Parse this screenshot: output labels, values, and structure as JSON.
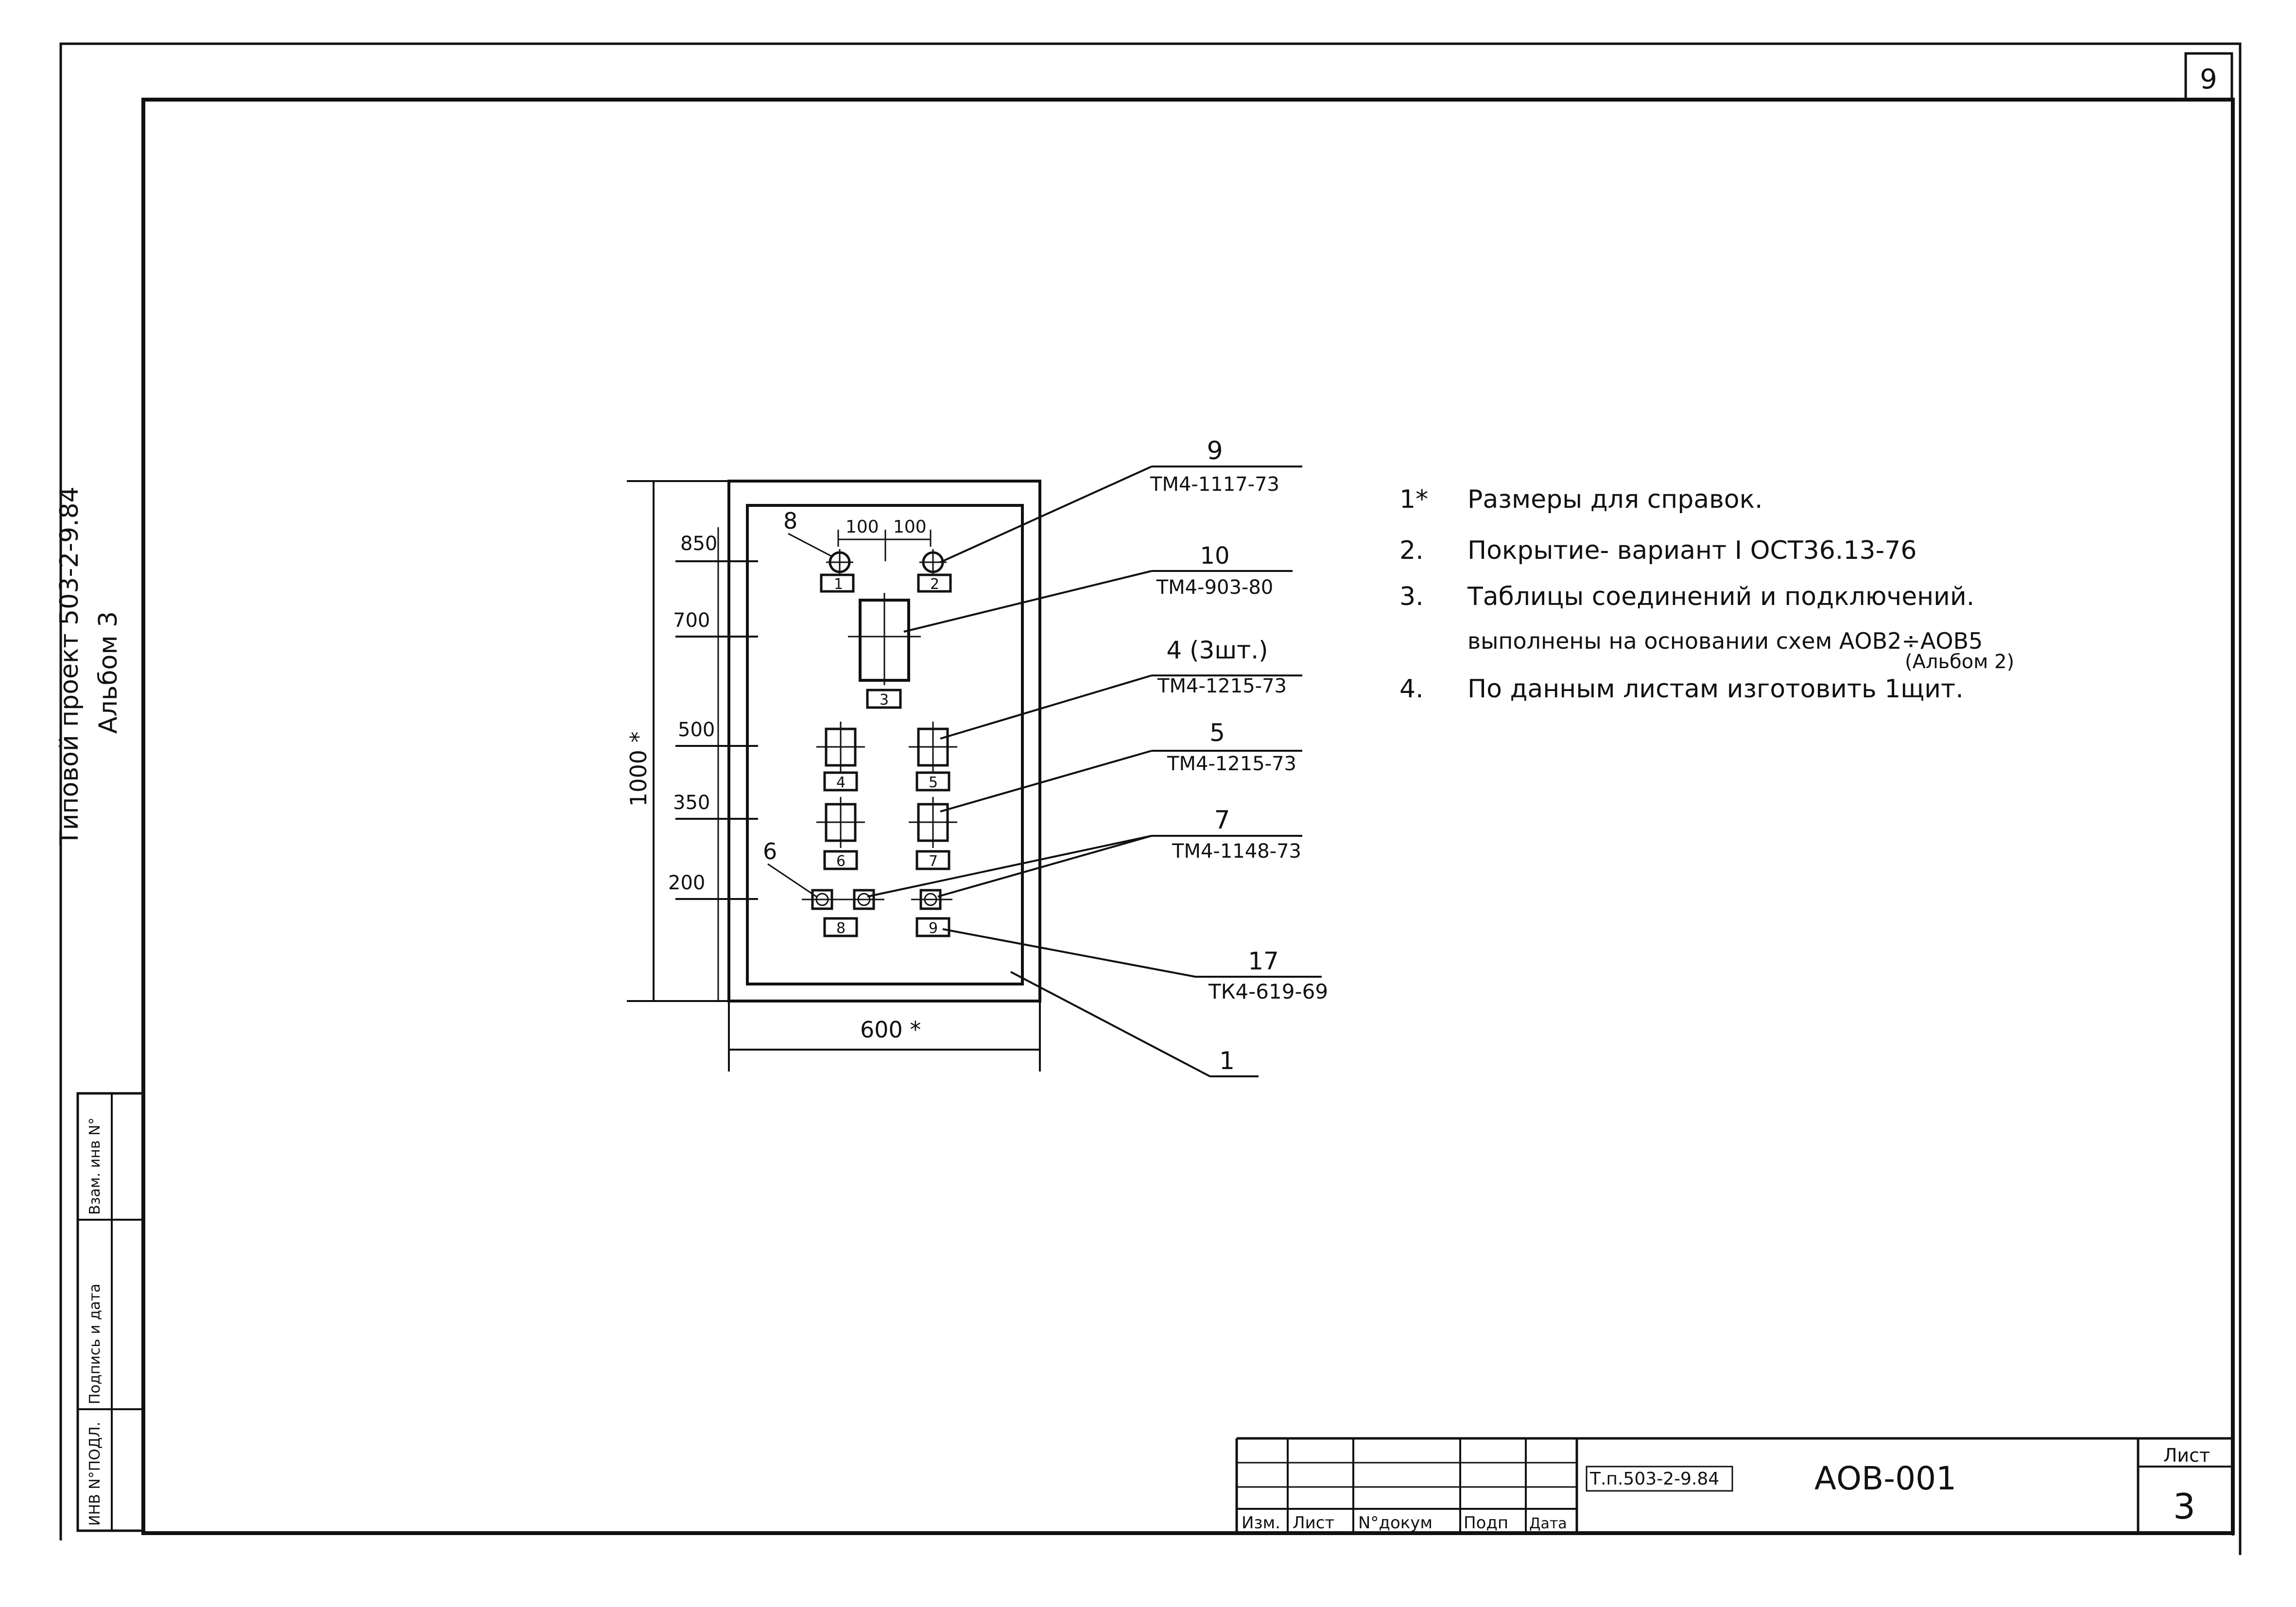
{
  "sheet": {
    "corner_page_number": "9",
    "side_stamp": {
      "line1": "Типовой проект 503-2-9.84",
      "line2": "Альбом 3"
    },
    "left_margin_fields": [
      "ИНВ N°ПОДЛ.",
      "Подпись и дата",
      "Взам. инв N°"
    ]
  },
  "drawing": {
    "overall_height": "1000 *",
    "overall_width": "600 *",
    "level_marks": [
      "850",
      "700",
      "500",
      "350",
      "200"
    ],
    "spacing_top": [
      "100",
      "100"
    ],
    "plates": [
      "1",
      "2",
      "3",
      "4",
      "5",
      "6",
      "7",
      "8",
      "9"
    ],
    "callouts": [
      {
        "pos": "9",
        "doc": "ТМ4-1117-73"
      },
      {
        "pos": "10",
        "doc": "ТМ4-903-80"
      },
      {
        "pos": "4 (3шт.)",
        "doc": "ТМ4-1215-73"
      },
      {
        "pos": "5",
        "doc": "ТМ4-1215-73"
      },
      {
        "pos": "7",
        "doc": "ТМ4-1148-73"
      },
      {
        "pos": "17",
        "doc": "ТК4-619-69"
      },
      {
        "pos": "1",
        "doc": ""
      }
    ],
    "side_labels": {
      "left_8": "8",
      "left_6": "6"
    }
  },
  "notes": [
    {
      "num": "1*",
      "text": "Размеры для справок."
    },
    {
      "num": "2.",
      "text": "Покрытие- вариант I ОСТ36.13-76"
    },
    {
      "num": "3.",
      "text": "Таблицы соединений и подключений."
    },
    {
      "num": "",
      "text": "выполнены на основании схем АОВ2÷АОВ5"
    },
    {
      "num": "",
      "text": "(Альбом 2)"
    },
    {
      "num": "4.",
      "text": "По данным листам изготовить 1щит."
    }
  ],
  "title_block": {
    "columns": [
      "Изм.",
      "Лист",
      "N°докум",
      "Подп",
      "Дата"
    ],
    "project_code": "Т.п.503-2-9.84",
    "document_code": "АОВ-001",
    "sheet_label": "Лист",
    "sheet_number": "3"
  }
}
